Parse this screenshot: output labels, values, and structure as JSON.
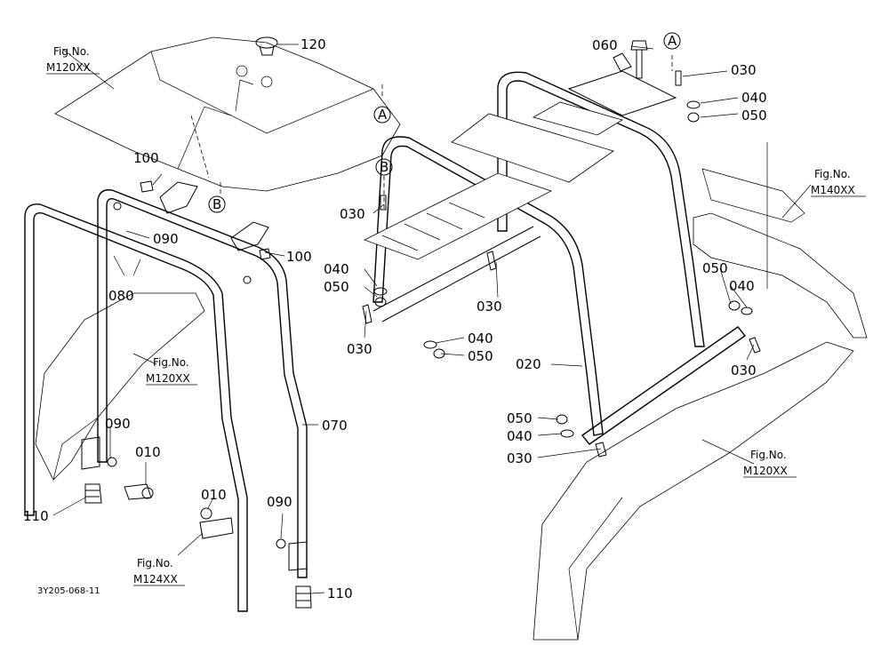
{
  "part_labels": [
    {
      "id": "p120",
      "text": "120"
    },
    {
      "id": "p060",
      "text": "060"
    },
    {
      "id": "p030a",
      "text": "030"
    },
    {
      "id": "p040a",
      "text": "040"
    },
    {
      "id": "p050a",
      "text": "050"
    },
    {
      "id": "p100a",
      "text": "100"
    },
    {
      "id": "p100b",
      "text": "100"
    },
    {
      "id": "p090a",
      "text": "090"
    },
    {
      "id": "p080",
      "text": "080"
    },
    {
      "id": "p030b",
      "text": "030"
    },
    {
      "id": "p040b",
      "text": "040"
    },
    {
      "id": "p050b",
      "text": "050"
    },
    {
      "id": "p030c",
      "text": "030"
    },
    {
      "id": "p030d",
      "text": "030"
    },
    {
      "id": "p040c",
      "text": "040"
    },
    {
      "id": "p050c",
      "text": "050"
    },
    {
      "id": "p020",
      "text": "020"
    },
    {
      "id": "p050d",
      "text": "050"
    },
    {
      "id": "p040d",
      "text": "040"
    },
    {
      "id": "p030e",
      "text": "030"
    },
    {
      "id": "p050e",
      "text": "050"
    },
    {
      "id": "p040e",
      "text": "040"
    },
    {
      "id": "p030f",
      "text": "030"
    },
    {
      "id": "p070",
      "text": "070"
    },
    {
      "id": "p090b",
      "text": "090"
    },
    {
      "id": "p010a",
      "text": "010"
    },
    {
      "id": "p110a",
      "text": "110"
    },
    {
      "id": "p010b",
      "text": "010"
    },
    {
      "id": "p090c",
      "text": "090"
    },
    {
      "id": "p110b",
      "text": "110"
    }
  ],
  "figure_refs": [
    {
      "id": "f1",
      "line1": "Fig.No.",
      "line2": "M120XX"
    },
    {
      "id": "f2",
      "line1": "Fig.No.",
      "line2": "M140XX"
    },
    {
      "id": "f3",
      "line1": "Fig.No.",
      "line2": "M120XX"
    },
    {
      "id": "f4",
      "line1": "Fig.No.",
      "line2": "M120XX"
    },
    {
      "id": "f5",
      "line1": "Fig.No.",
      "line2": "M124XX"
    }
  ],
  "reference_markers": [
    {
      "id": "ra1",
      "letter": "A"
    },
    {
      "id": "ra2",
      "letter": "A"
    },
    {
      "id": "rb1",
      "letter": "B"
    },
    {
      "id": "rb2",
      "letter": "B"
    }
  ],
  "drawing_code": "3Y205-068-11"
}
